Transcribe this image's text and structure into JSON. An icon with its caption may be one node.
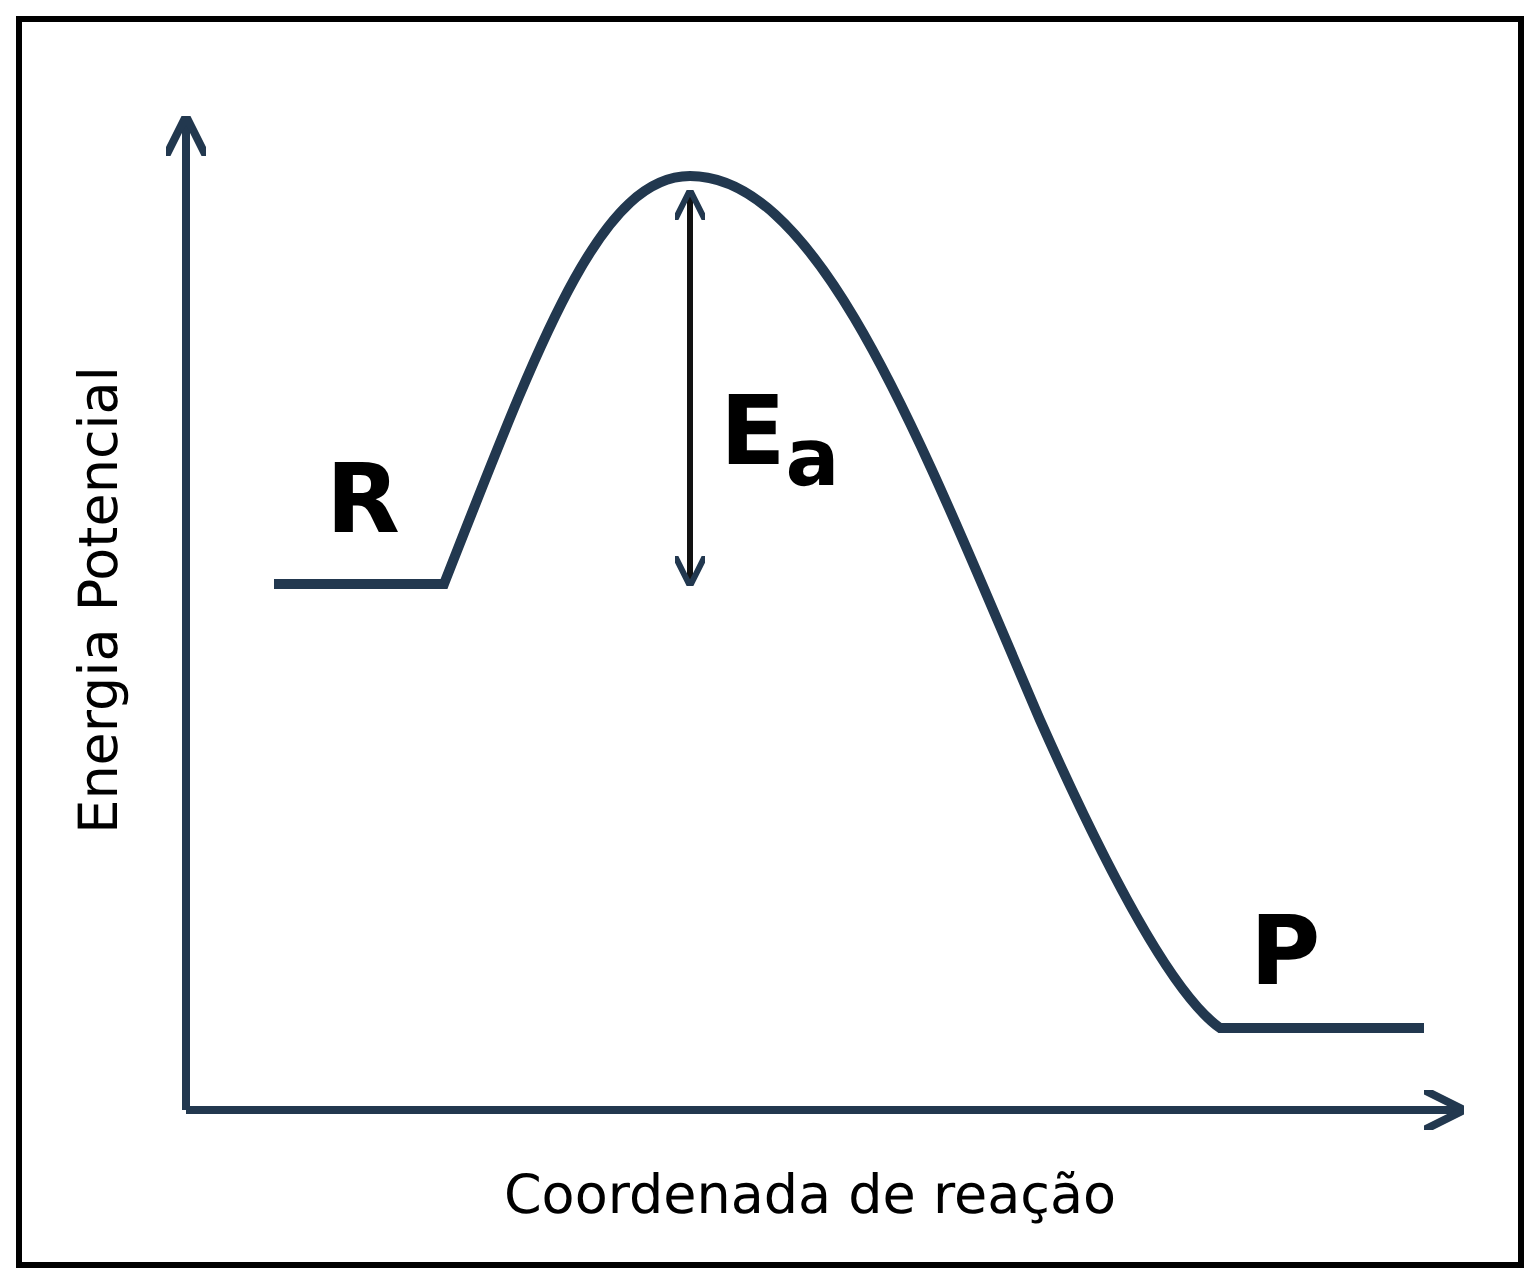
{
  "diagram": {
    "labels": [
      "Energia Potencial",
      "R",
      "E$_{a}$",
      "P",
      "Coordenada de reação"
    ]
  }
}
